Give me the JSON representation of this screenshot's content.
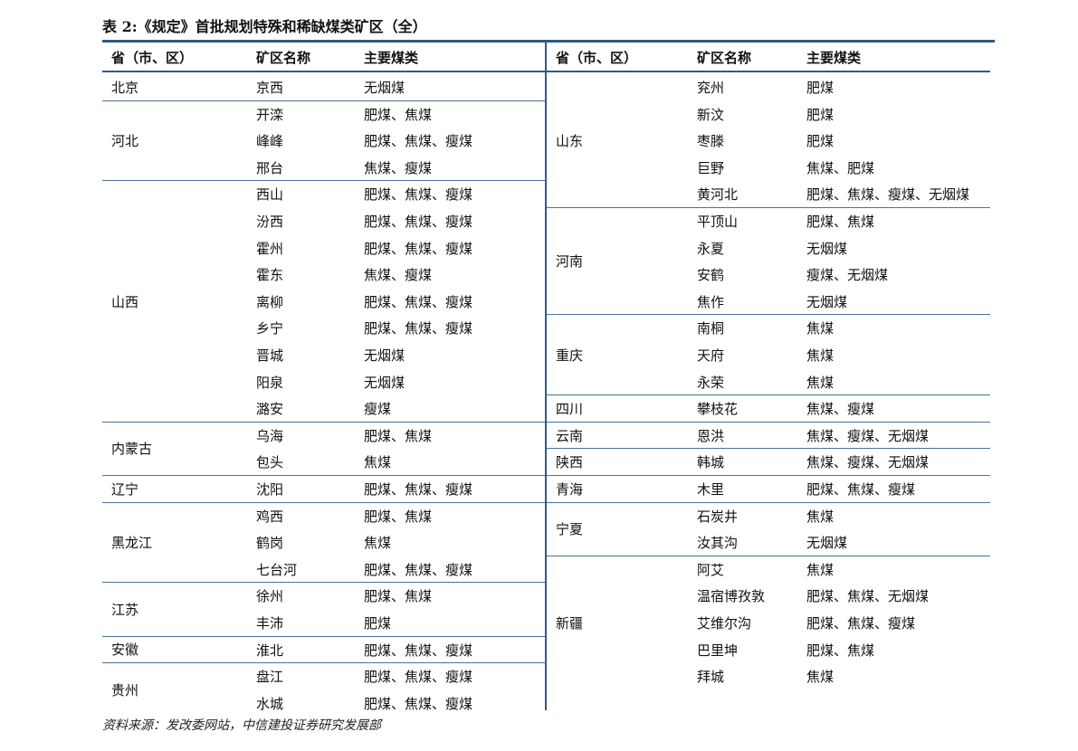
{
  "title": "表 2:《规定》首批规划特殊和稀缺煤类矿区（全）",
  "headers": {
    "province": "省（市、区）",
    "mine": "矿区名称",
    "coal": "主要煤类"
  },
  "left_groups": [
    {
      "province": "北京",
      "rows": [
        {
          "mine": "京西",
          "coal": "无烟煤"
        }
      ]
    },
    {
      "province": "河北",
      "rows": [
        {
          "mine": "开滦",
          "coal": "肥煤、焦煤"
        },
        {
          "mine": "峰峰",
          "coal": "肥煤、焦煤、瘦煤"
        },
        {
          "mine": "邢台",
          "coal": "焦煤、瘦煤"
        }
      ]
    },
    {
      "province": "山西",
      "rows": [
        {
          "mine": "西山",
          "coal": "肥煤、焦煤、瘦煤"
        },
        {
          "mine": "汾西",
          "coal": "肥煤、焦煤、瘦煤"
        },
        {
          "mine": "霍州",
          "coal": "肥煤、焦煤、瘦煤"
        },
        {
          "mine": "霍东",
          "coal": "焦煤、瘦煤"
        },
        {
          "mine": "离柳",
          "coal": "肥煤、焦煤、瘦煤"
        },
        {
          "mine": "乡宁",
          "coal": "肥煤、焦煤、瘦煤"
        },
        {
          "mine": "晋城",
          "coal": "无烟煤"
        },
        {
          "mine": "阳泉",
          "coal": "无烟煤"
        },
        {
          "mine": "潞安",
          "coal": "瘦煤"
        }
      ]
    },
    {
      "province": "内蒙古",
      "rows": [
        {
          "mine": "乌海",
          "coal": "肥煤、焦煤"
        },
        {
          "mine": "包头",
          "coal": "焦煤"
        }
      ]
    },
    {
      "province": "辽宁",
      "rows": [
        {
          "mine": "沈阳",
          "coal": "肥煤、焦煤、瘦煤"
        }
      ]
    },
    {
      "province": "黑龙江",
      "rows": [
        {
          "mine": "鸡西",
          "coal": "肥煤、焦煤"
        },
        {
          "mine": "鹤岗",
          "coal": "焦煤"
        },
        {
          "mine": "七台河",
          "coal": "肥煤、焦煤、瘦煤"
        }
      ]
    },
    {
      "province": "江苏",
      "rows": [
        {
          "mine": "徐州",
          "coal": "肥煤、焦煤"
        },
        {
          "mine": "丰沛",
          "coal": "肥煤"
        }
      ]
    },
    {
      "province": "安徽",
      "rows": [
        {
          "mine": "淮北",
          "coal": "肥煤、焦煤、瘦煤"
        }
      ]
    },
    {
      "province": "贵州",
      "rows": [
        {
          "mine": "盘江",
          "coal": "肥煤、焦煤、瘦煤"
        },
        {
          "mine": "水城",
          "coal": "肥煤、焦煤、瘦煤"
        }
      ]
    }
  ],
  "right_groups": [
    {
      "province": "山东",
      "rows": [
        {
          "mine": "兖州",
          "coal": "肥煤"
        },
        {
          "mine": "新汶",
          "coal": "肥煤"
        },
        {
          "mine": "枣滕",
          "coal": "肥煤"
        },
        {
          "mine": "巨野",
          "coal": "焦煤、肥煤"
        },
        {
          "mine": "黄河北",
          "coal": "肥煤、焦煤、瘦煤、无烟煤"
        }
      ]
    },
    {
      "province": "河南",
      "rows": [
        {
          "mine": "平顶山",
          "coal": "肥煤、焦煤"
        },
        {
          "mine": "永夏",
          "coal": "无烟煤"
        },
        {
          "mine": "安鹤",
          "coal": "瘦煤、无烟煤"
        },
        {
          "mine": "焦作",
          "coal": "无烟煤"
        }
      ]
    },
    {
      "province": "重庆",
      "rows": [
        {
          "mine": "南桐",
          "coal": "焦煤"
        },
        {
          "mine": "天府",
          "coal": "焦煤"
        },
        {
          "mine": "永荣",
          "coal": "焦煤"
        }
      ]
    },
    {
      "province": "四川",
      "rows": [
        {
          "mine": "攀枝花",
          "coal": "焦煤、瘦煤"
        }
      ]
    },
    {
      "province": "云南",
      "rows": [
        {
          "mine": "恩洪",
          "coal": "焦煤、瘦煤、无烟煤"
        }
      ]
    },
    {
      "province": "陕西",
      "rows": [
        {
          "mine": "韩城",
          "coal": "焦煤、瘦煤、无烟煤"
        }
      ]
    },
    {
      "province": "青海",
      "rows": [
        {
          "mine": "木里",
          "coal": "肥煤、焦煤、瘦煤"
        }
      ]
    },
    {
      "province": "宁夏",
      "rows": [
        {
          "mine": "石炭井",
          "coal": "焦煤"
        },
        {
          "mine": "汝其沟",
          "coal": "无烟煤"
        }
      ]
    },
    {
      "province": "新疆",
      "rows": [
        {
          "mine": "阿艾",
          "coal": "焦煤"
        },
        {
          "mine": "温宿博孜敦",
          "coal": "肥煤、焦煤、无烟煤"
        },
        {
          "mine": "艾维尔沟",
          "coal": "肥煤、焦煤、瘦煤"
        },
        {
          "mine": "巴里坤",
          "coal": "肥煤、焦煤"
        },
        {
          "mine": "拜城",
          "coal": "焦煤"
        }
      ]
    }
  ],
  "footer": "资料来源：发改委网站，中信建投证券研究发展部"
}
